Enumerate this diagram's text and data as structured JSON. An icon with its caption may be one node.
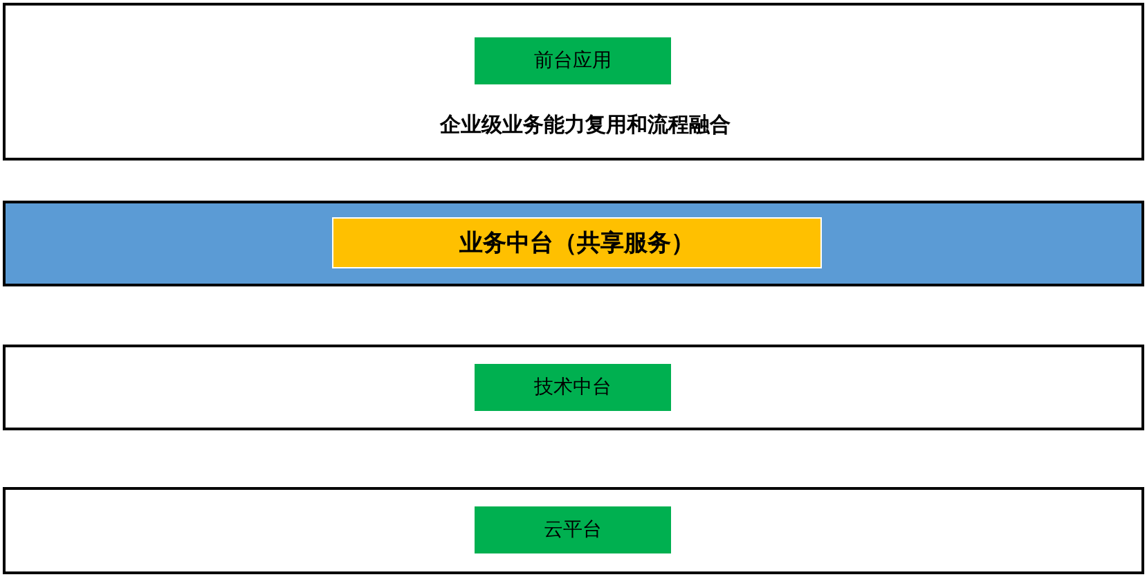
{
  "diagram": {
    "nodes": [
      {
        "text": [
          "企业级业务能力复用和流程融合"
        ]
      },
      {
        "text": [
          "前台应用"
        ],
        "in": 0
      },
      {
        "text": [],
        "shape": "box"
      },
      {
        "text": [
          "业务中台（共享服务）"
        ],
        "in": 2
      },
      {
        "text": [],
        "shape": "box"
      },
      {
        "text": [
          "技术中台"
        ],
        "in": 4
      },
      {
        "text": [],
        "shape": "box"
      },
      {
        "text": [
          "云平台"
        ],
        "in": 6
      }
    ]
  }
}
